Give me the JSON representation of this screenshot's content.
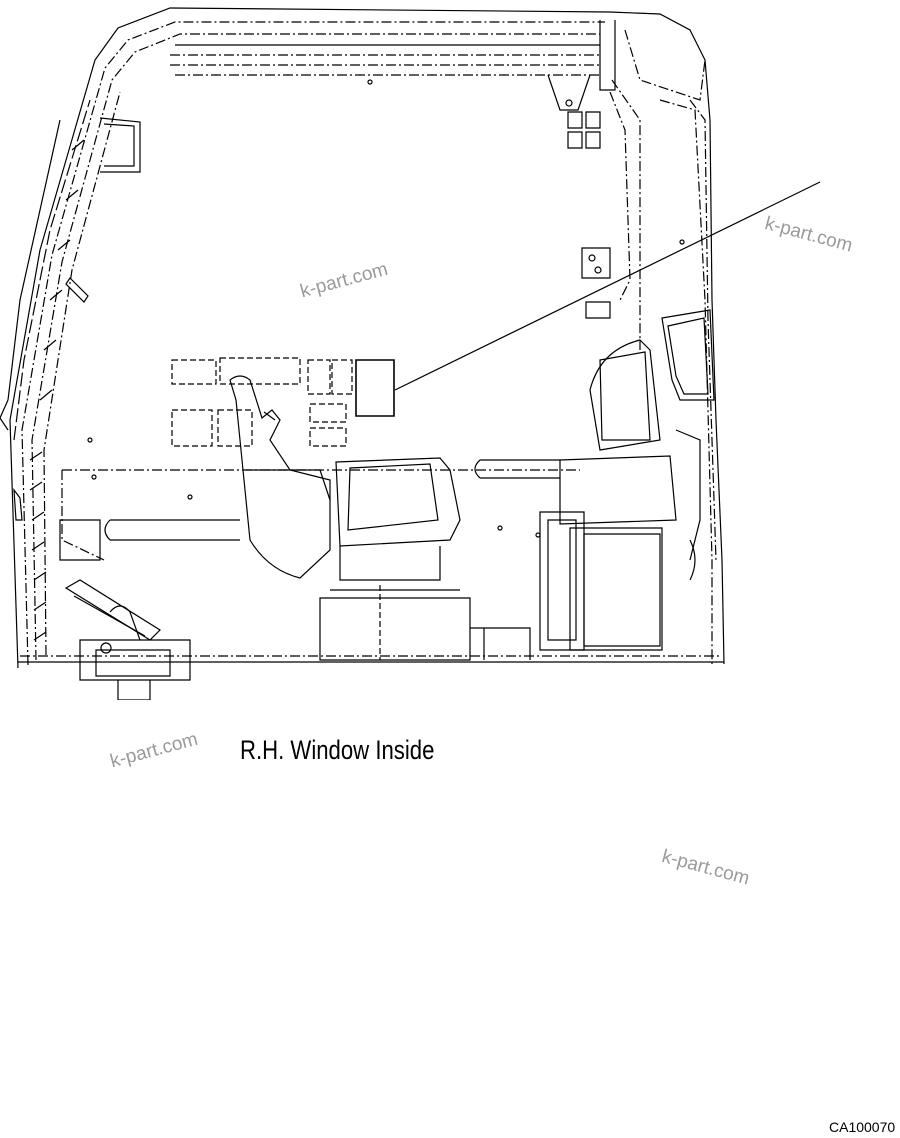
{
  "caption": "R.H. Window Inside",
  "figure_code": "CA100070",
  "watermarks": [
    "k-part.com",
    "k-part.com",
    "k-part.com",
    "k-part.com"
  ]
}
